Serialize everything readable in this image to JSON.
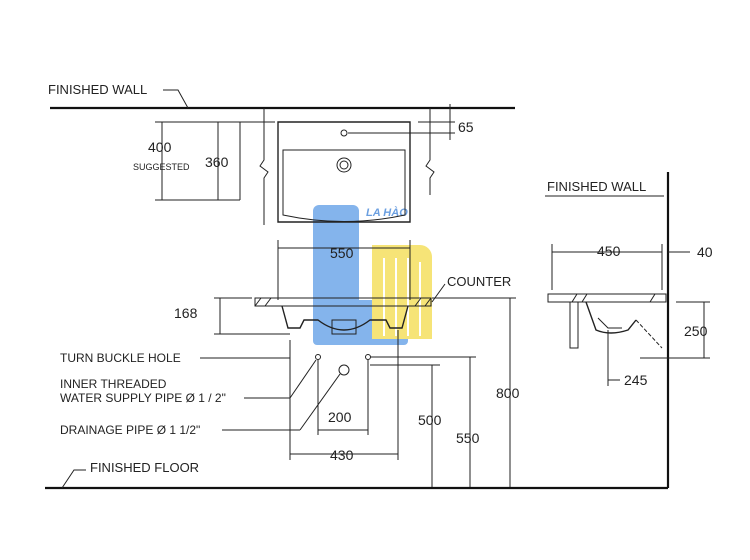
{
  "labels": {
    "finished_wall_top": "FINISHED WALL",
    "finished_wall_side": "FINISHED WALL",
    "counter": "COUNTER",
    "turn_buckle": "TURN BUCKLE HOLE",
    "inner_threaded_1": "INNER THREADED",
    "inner_threaded_2": "WATER SUPPLY PIPE Ø 1 / 2\"",
    "drainage": "DRAINAGE PIPE Ø 1 1/2\"",
    "finished_floor": "FINISHED FLOOR",
    "suggested": "SUGGESTED"
  },
  "dimensions": {
    "d400": "400",
    "d360": "360",
    "d65": "65",
    "d550_top": "550",
    "d168": "168",
    "d800": "800",
    "d500": "500",
    "d550_side": "550",
    "d200": "200",
    "d430": "430",
    "d450": "450",
    "d40": "40",
    "d250": "250",
    "d245": "245"
  },
  "watermark": {
    "text": "LA HÀO",
    "blue": "#4a90e2",
    "yellow": "#f2d51c"
  }
}
